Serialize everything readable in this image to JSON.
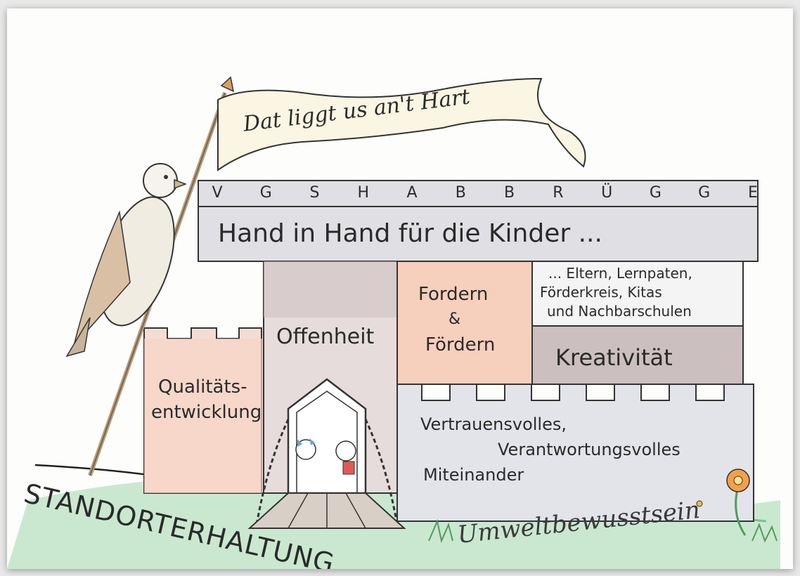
{
  "banner": {
    "text": "Dat liggt us an't Hart"
  },
  "crenellation_letters": [
    "V",
    "G",
    "S",
    "H",
    "A",
    "B",
    "B",
    "R",
    "Ü",
    "G",
    "G",
    "E"
  ],
  "motto": "Hand in Hand für die Kinder ...",
  "partners": {
    "line1": "... Eltern, Lernpaten,",
    "line2": "Förderkreis, Kitas",
    "line3": "und Nachbarschulen"
  },
  "values": {
    "fordern": "Fordern",
    "and": "&",
    "foerdern": "Fördern",
    "offenheit": "Offenheit",
    "kreativitaet": "Kreativität",
    "qualitaet_line1": "Qualitäts-",
    "qualitaet_line2": "entwicklung",
    "miteinander_line1": "Vertrauensvolles,",
    "miteinander_line2": "Verantwortungsvolles",
    "miteinander_line3": "Miteinander",
    "umwelt": "Umweltbewusstsein",
    "standort": "STANDORTERHALTUNG"
  },
  "colors": {
    "wall_gray": "#d9d9dd",
    "wall_peach": "#f3d2c2",
    "wall_taupe": "#c9bcbc",
    "grass": "#b9e0c2",
    "wood": "#cfc7bd",
    "ink": "#2a2a2a"
  }
}
